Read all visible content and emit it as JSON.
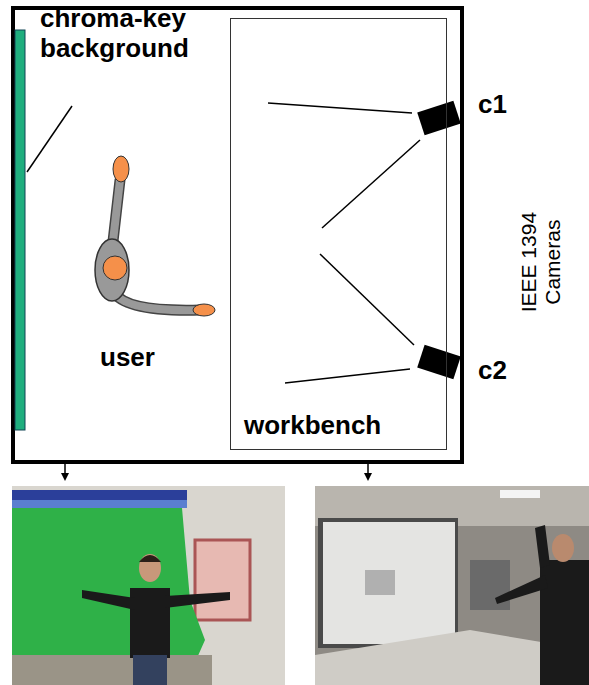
{
  "diagram": {
    "nodes": [
      {
        "text": [
          "workbench"
        ]
      }
    ],
    "labels": [
      "chroma-key background",
      "user",
      "c1",
      "c2",
      "IEEE 1394 Cameras"
    ]
  }
}
